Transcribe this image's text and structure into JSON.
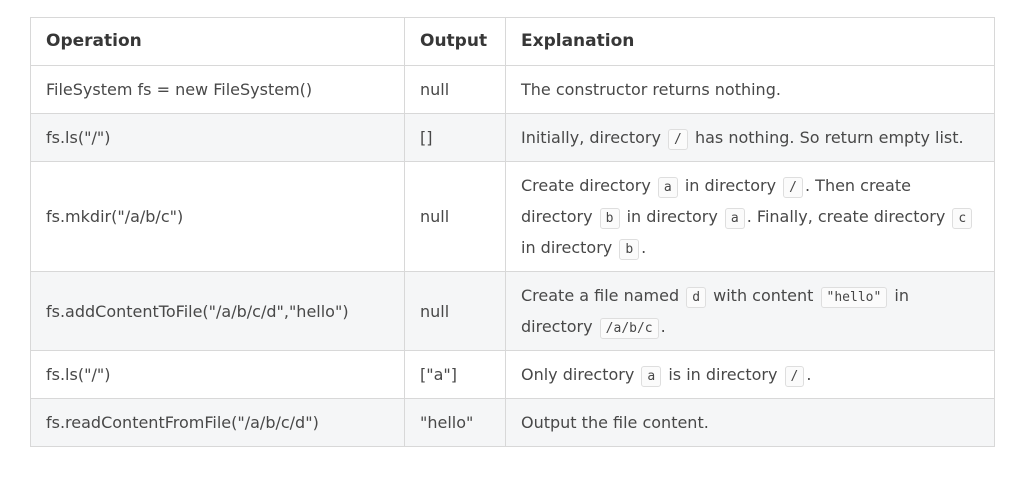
{
  "colors": {
    "page_background": "#ffffff",
    "table_border": "#d8d8d8",
    "row_stripe": "#f5f6f7",
    "body_text": "#484848",
    "header_text": "#373737",
    "chip_background": "#fbfbfb",
    "chip_border": "#dedede"
  },
  "table": {
    "headers": {
      "operation": "Operation",
      "output": "Output",
      "explanation": "Explanation"
    },
    "rows": [
      {
        "operation": "FileSystem fs = new FileSystem()",
        "output": "null",
        "explanation": [
          {
            "type": "text",
            "value": "The constructor returns nothing."
          }
        ]
      },
      {
        "operation": "fs.ls(\"/\")",
        "output": "[]",
        "explanation": [
          {
            "type": "text",
            "value": "Initially, directory "
          },
          {
            "type": "code",
            "value": "/"
          },
          {
            "type": "text",
            "value": " has nothing. So return empty list."
          }
        ]
      },
      {
        "operation": "fs.mkdir(\"/a/b/c\")",
        "output": "null",
        "explanation": [
          {
            "type": "text",
            "value": "Create directory "
          },
          {
            "type": "code",
            "value": "a"
          },
          {
            "type": "text",
            "value": " in directory "
          },
          {
            "type": "code",
            "value": "/"
          },
          {
            "type": "text",
            "value": ". Then create directory "
          },
          {
            "type": "code",
            "value": "b"
          },
          {
            "type": "text",
            "value": " in directory "
          },
          {
            "type": "code",
            "value": "a"
          },
          {
            "type": "text",
            "value": ". Finally, create directory "
          },
          {
            "type": "code",
            "value": "c"
          },
          {
            "type": "text",
            "value": " in directory "
          },
          {
            "type": "code",
            "value": "b"
          },
          {
            "type": "text",
            "value": "."
          }
        ]
      },
      {
        "operation": "fs.addContentToFile(\"/a/b/c/d\",\"hello\")",
        "output": "null",
        "explanation": [
          {
            "type": "text",
            "value": "Create a file named "
          },
          {
            "type": "code",
            "value": "d"
          },
          {
            "type": "text",
            "value": " with content "
          },
          {
            "type": "code",
            "value": "\"hello\""
          },
          {
            "type": "text",
            "value": " in directory "
          },
          {
            "type": "code",
            "value": "/a/b/c"
          },
          {
            "type": "text",
            "value": "."
          }
        ]
      },
      {
        "operation": "fs.ls(\"/\")",
        "output": "[\"a\"]",
        "explanation": [
          {
            "type": "text",
            "value": "Only directory "
          },
          {
            "type": "code",
            "value": "a"
          },
          {
            "type": "text",
            "value": " is in directory "
          },
          {
            "type": "code",
            "value": "/"
          },
          {
            "type": "text",
            "value": "."
          }
        ]
      },
      {
        "operation": "fs.readContentFromFile(\"/a/b/c/d\")",
        "output": "\"hello\"",
        "explanation": [
          {
            "type": "text",
            "value": "Output the file content."
          }
        ]
      }
    ]
  }
}
